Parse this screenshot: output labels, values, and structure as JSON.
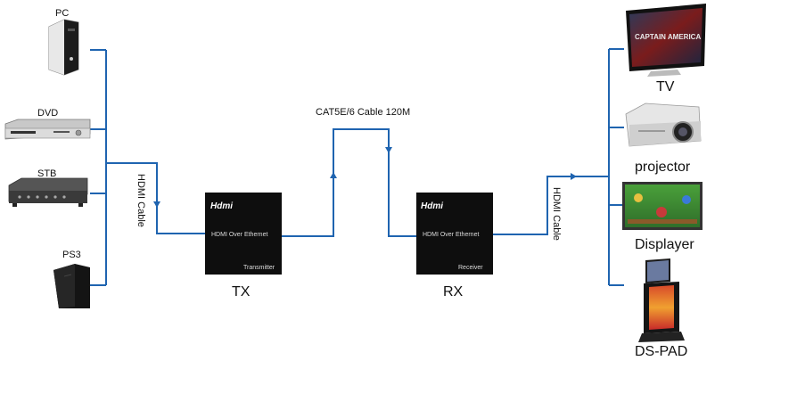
{
  "sources": {
    "pc": "PC",
    "dvd": "DVD",
    "stb": "STB",
    "ps3": "PS3"
  },
  "cables": {
    "hdmi_left": "HDMI Cable",
    "cat": "CAT5E/6 Cable 120M",
    "hdmi_right": "HDMI Cable"
  },
  "tx": {
    "logo": "Hdmi",
    "title": "HDMI Over Ethernet",
    "sub": "Transmitter",
    "label": "TX"
  },
  "rx": {
    "logo": "Hdmi",
    "title": "HDMI Over Ethernet",
    "sub": "Receiver",
    "label": "RX"
  },
  "displays": {
    "tv": "TV",
    "projector": "projector",
    "displayer": "Displayer",
    "dspad": "DS-PAD"
  },
  "tv_screen_text": "CAPTAIN AMERICA",
  "colors": {
    "line": "#1f64b0",
    "device": "#111111"
  }
}
